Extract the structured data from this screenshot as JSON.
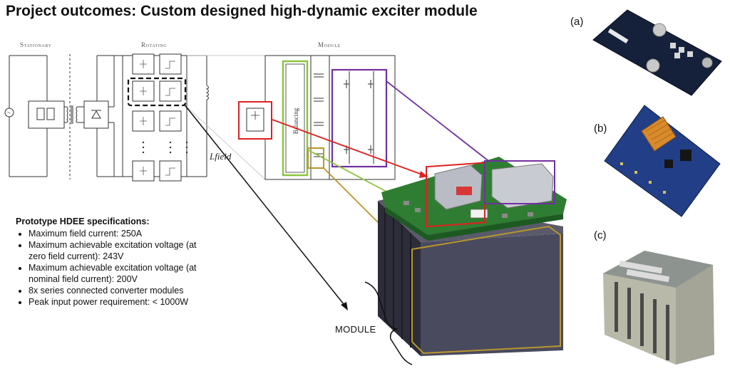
{
  "title": "Project outcomes: Custom designed high-dynamic exciter module",
  "schematic": {
    "stationary_label": "Stationary",
    "rotating_label": "Rotating",
    "module_label": "Module",
    "balancing_label": "Balancing",
    "inductor_label": "L_field",
    "inductor_display": "Lfield"
  },
  "specs": {
    "heading": "Prototype HDEE specifications:",
    "items": [
      "Maximum field current: 250A",
      "Maximum achievable excitation voltage (at zero field current): 243V",
      "Maximum achievable excitation voltage (at nominal field current): 200V",
      "8x series connected converter modules",
      "Peak input power requirement: < 1000W"
    ]
  },
  "render_label": "MODULE",
  "panels": [
    "(a)",
    "(b)",
    "(c)"
  ],
  "colors": {
    "red": "#e02020",
    "green": "#8cc63f",
    "purple": "#7030a0",
    "gold": "#b8962e",
    "pcb_green": "#2f7d32",
    "board_blue": "#1f3f7a"
  }
}
